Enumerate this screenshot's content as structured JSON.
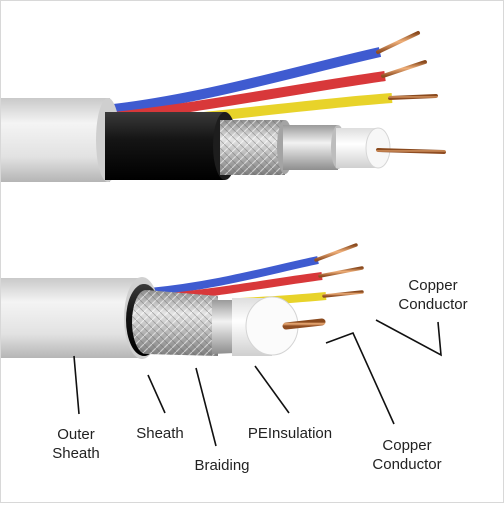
{
  "labels": {
    "outer_sheath": [
      "Outer",
      "Sheath"
    ],
    "sheath": "Sheath",
    "braiding": "Braiding",
    "pe_insulation": "PEInsulation",
    "copper_conductor_top": [
      "Copper",
      "Conductor"
    ],
    "copper_conductor_bottom": [
      "Copper",
      "Conductor"
    ]
  },
  "colors": {
    "jacket": "#dcdcdc",
    "sheath_black": "#1a1a1a",
    "braid": "#b9b9b9",
    "foil": "#d0d0d0",
    "pe_insulation": "#f2f2f2",
    "copper": "#c8743e",
    "wire_blue": "#3f5bd0",
    "wire_red": "#d8383a",
    "wire_yellow": "#e8d32a",
    "leader_line": "#111111"
  }
}
